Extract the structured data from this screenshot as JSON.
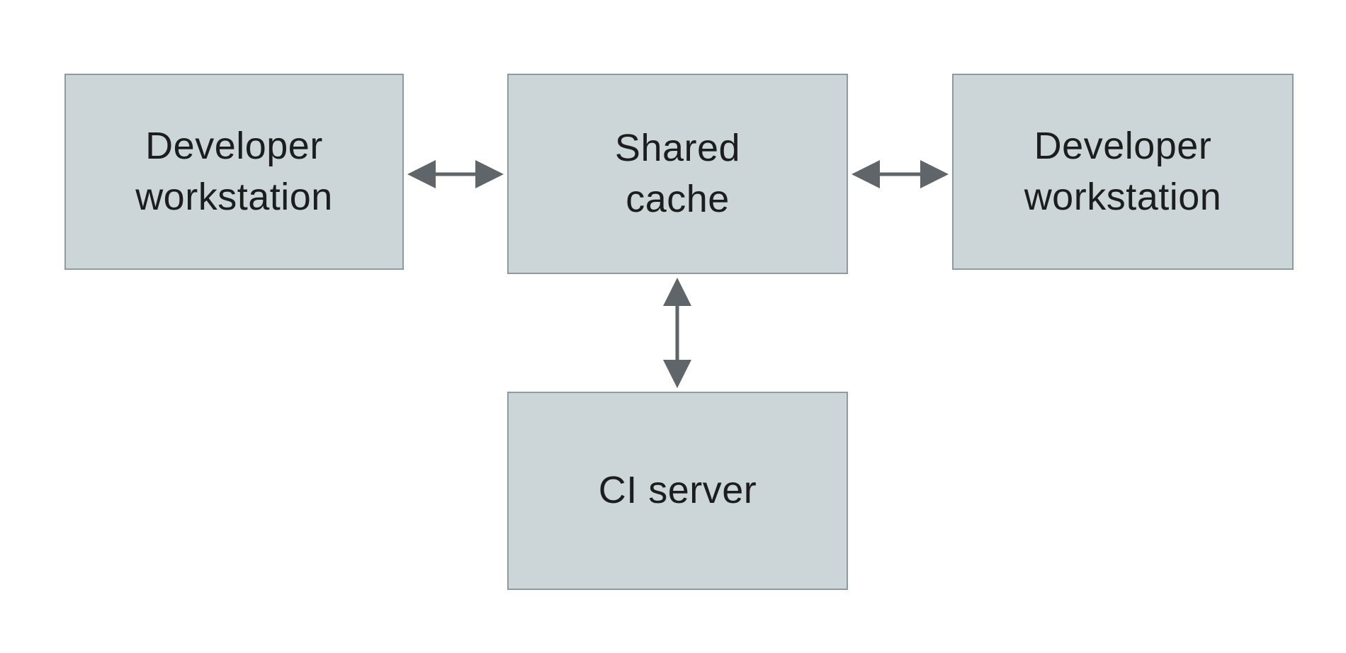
{
  "diagram": {
    "background_color": "#ffffff",
    "node_fill_color": "#ccd6d9",
    "node_border_color": "#8d9b9e",
    "text_color": "#1b1d1e",
    "arrow_color": "#5f6568",
    "nodes": [
      {
        "id": "dev-workstation-left",
        "label": "Developer\nworkstation"
      },
      {
        "id": "shared-cache",
        "label": "Shared\ncache"
      },
      {
        "id": "dev-workstation-right",
        "label": "Developer\nworkstation"
      },
      {
        "id": "ci-server",
        "label": "CI server"
      }
    ],
    "edges": [
      {
        "from": "dev-workstation-left",
        "to": "shared-cache",
        "type": "bidirectional-arrow",
        "orientation": "horizontal"
      },
      {
        "from": "shared-cache",
        "to": "dev-workstation-right",
        "type": "bidirectional-arrow",
        "orientation": "horizontal"
      },
      {
        "from": "shared-cache",
        "to": "ci-server",
        "type": "bidirectional-arrow",
        "orientation": "vertical"
      }
    ]
  }
}
